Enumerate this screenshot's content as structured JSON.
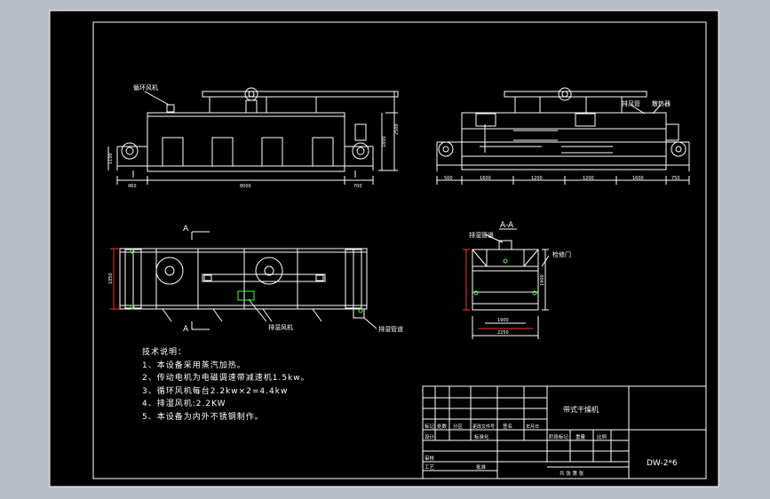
{
  "drawing": {
    "tech_notes": {
      "heading": "技术说明：",
      "items": [
        "1、本设备采用蒸汽加热。",
        "2、传动电机为电磁调速带减速机1.5kw。",
        "3、循环风机每台2.2kw×2=4.4kw",
        "4、排湿风机:2.2KW",
        "5、本设备为内外不锈钢制作。"
      ]
    },
    "front_view": {
      "label_fan": "循环风机",
      "dims": [
        "960",
        "8000",
        "700"
      ],
      "height_dims": [
        "1100",
        "1800",
        "2500"
      ]
    },
    "side_view": {
      "label_left": "排风管",
      "label_right": "散热器",
      "dims": [
        "500",
        "1600",
        "1200",
        "1200",
        "1600",
        "750"
      ]
    },
    "plan_view": {
      "section_mark": "A",
      "label_exhaust": "排湿风机",
      "label_pipe": "排湿管道",
      "width_dim": "1850"
    },
    "section_view": {
      "title": "A-A",
      "label_top": "排湿管道",
      "label_door": "检修门",
      "dims": [
        "1900",
        "2250"
      ],
      "height_dim": "1900"
    },
    "title_block": {
      "name": "带式干燥机",
      "code": "DW-2*6",
      "row1": [
        "标记",
        "处数",
        "分区",
        "更改文件号",
        "签名",
        "年月日"
      ],
      "row2": [
        "设计",
        "",
        "标准化",
        "",
        "阶段标记",
        "重量",
        "比例"
      ],
      "row3": [
        "审核",
        ""
      ],
      "row4": [
        "工艺",
        "",
        "批准",
        ""
      ],
      "sheets": "共  张  第  张"
    }
  }
}
